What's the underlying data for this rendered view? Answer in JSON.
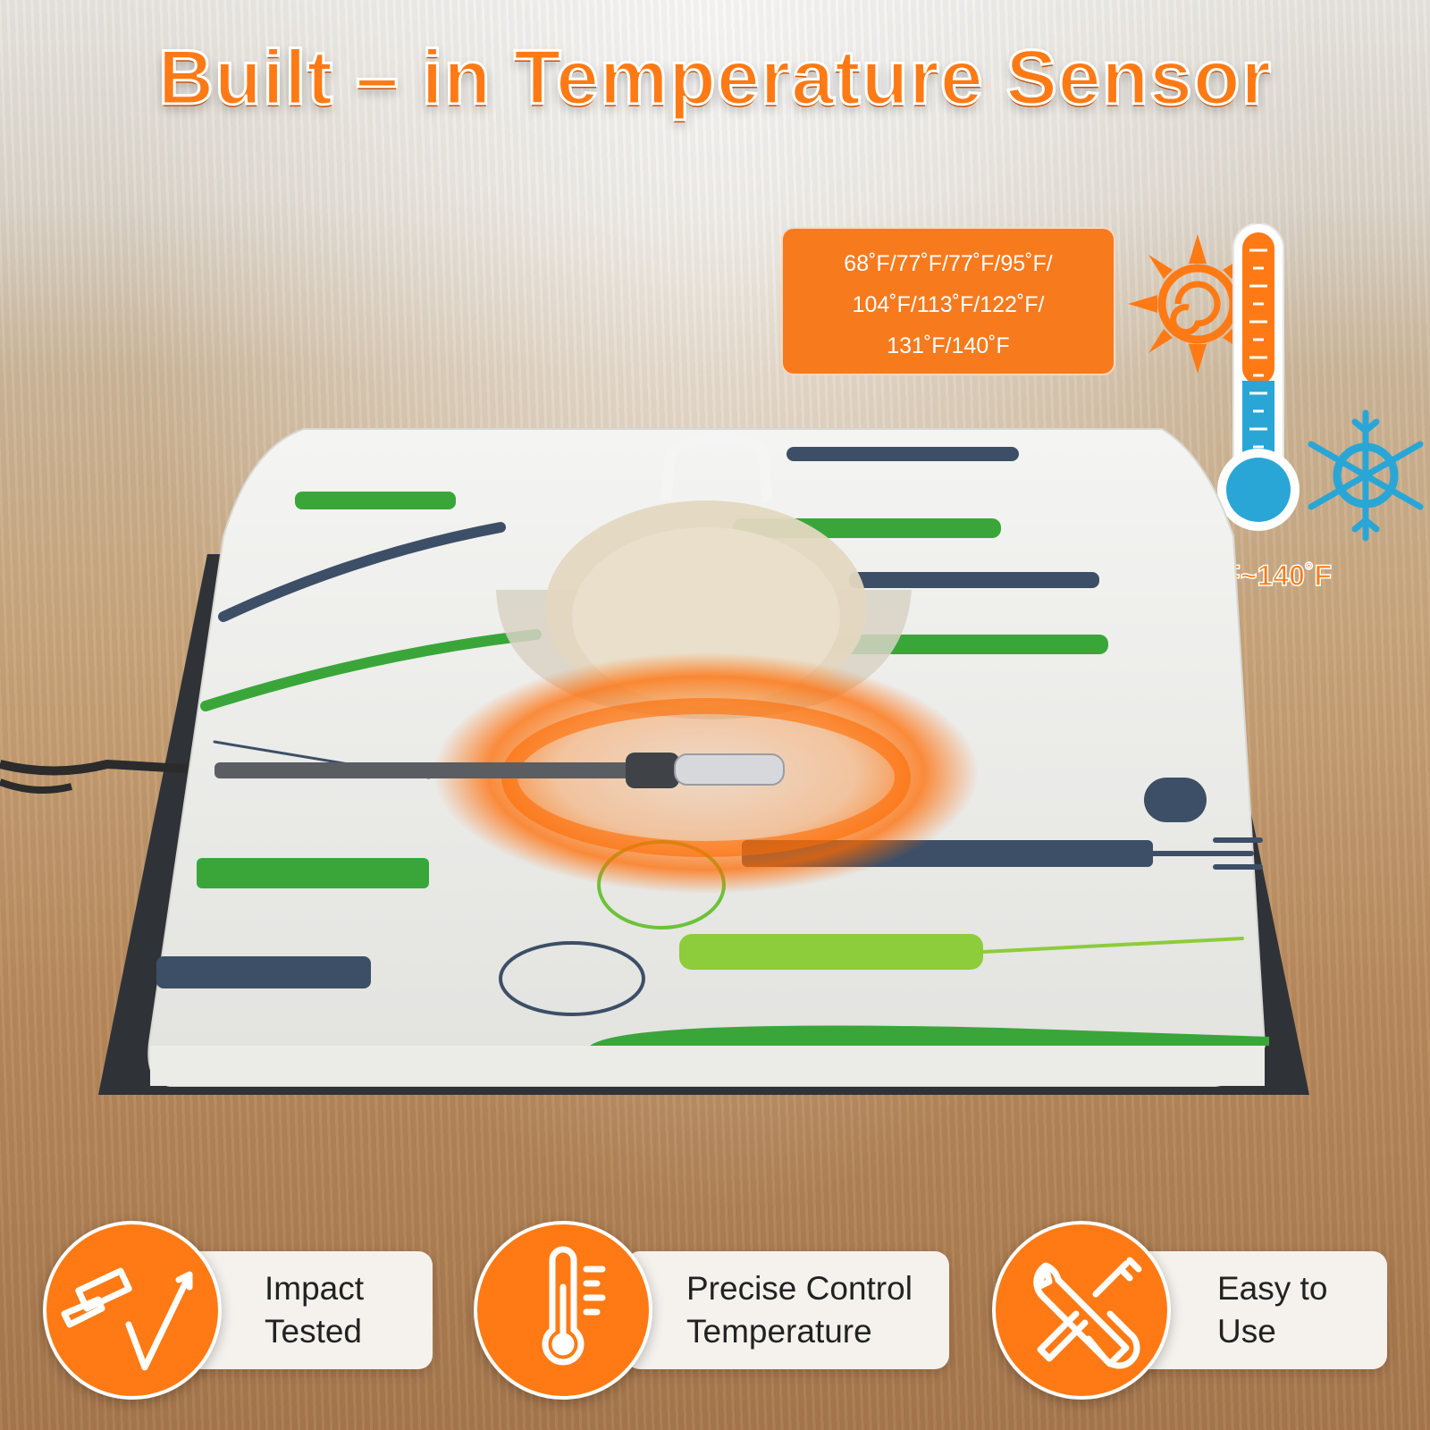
{
  "title": "Built – in Temperature Sensor",
  "temperature_settings": {
    "lines": [
      "68˚F/77˚F/77˚F/95˚F/",
      "104˚F/113˚F/122˚F/",
      "131˚F/140˚F"
    ]
  },
  "temperature_range": "68˚F~140˚F",
  "features": [
    {
      "lines": [
        "Impact",
        "Tested"
      ],
      "icon": "hammer-check-icon"
    },
    {
      "lines": [
        "Precise Control",
        "Temperature"
      ],
      "icon": "thermometer-icon"
    },
    {
      "lines": [
        "Easy to",
        "Use"
      ],
      "icon": "tools-icon"
    }
  ],
  "colors": {
    "accent": "#ff7a14",
    "cold": "#2aa6d6",
    "text": "#222222",
    "card": "#f8f7f5"
  }
}
